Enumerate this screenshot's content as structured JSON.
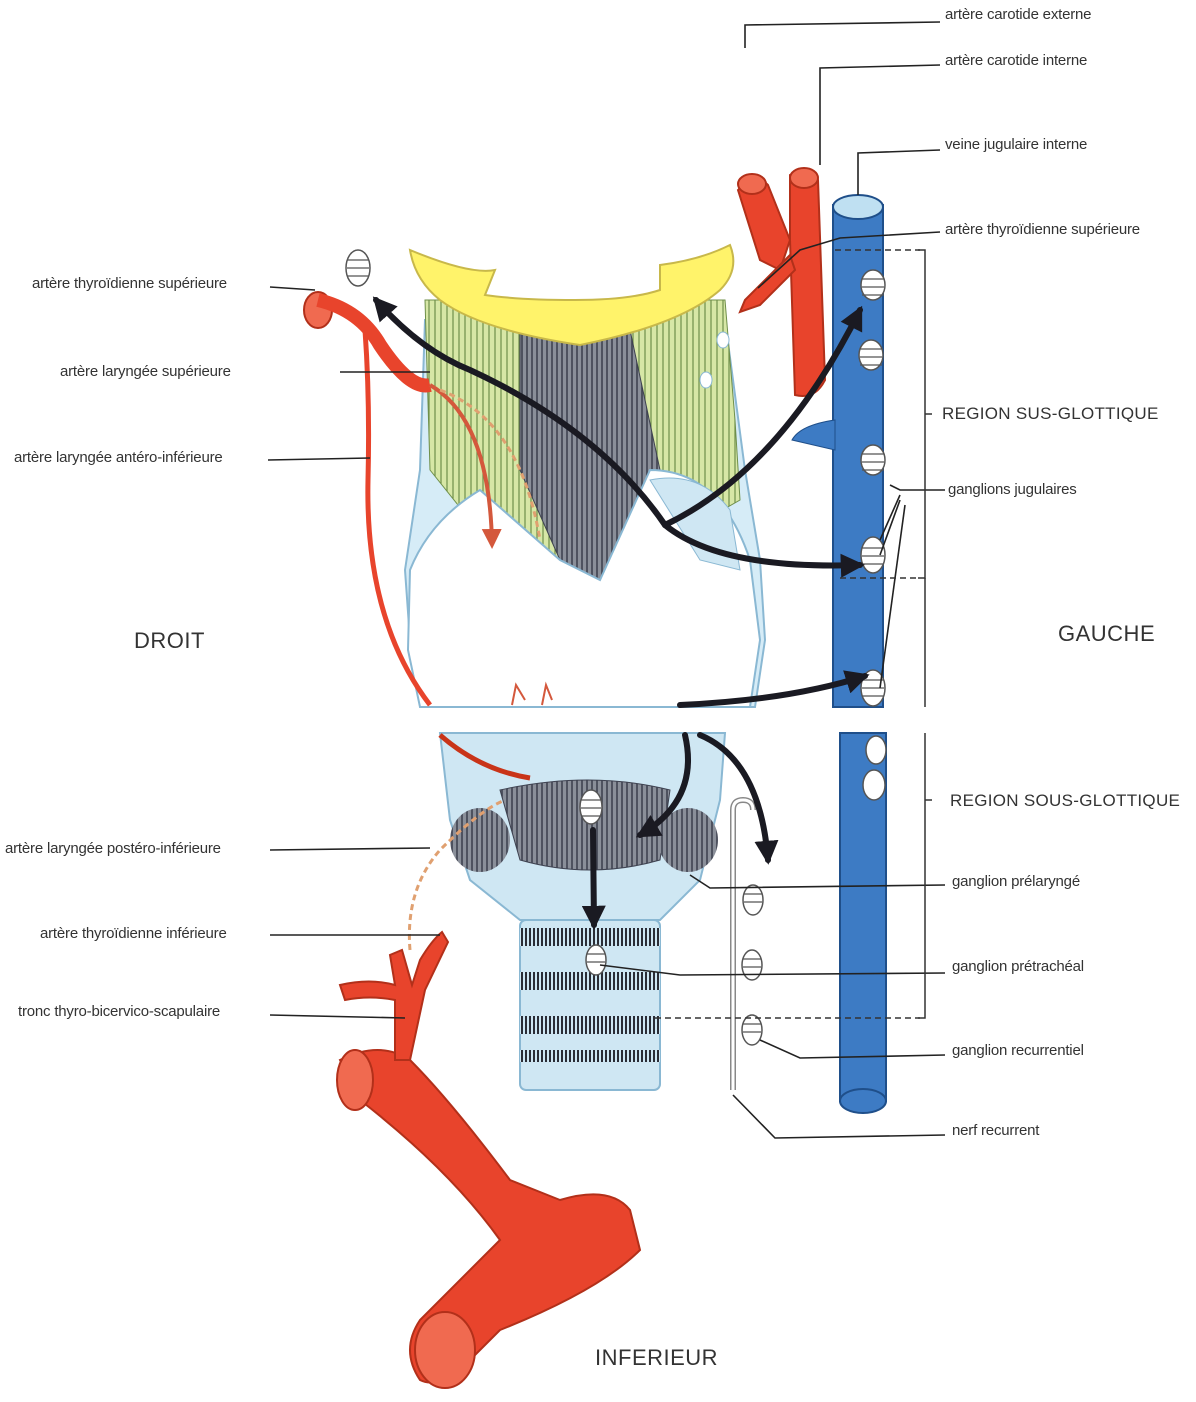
{
  "colors": {
    "artery": "#e8442c",
    "artery_dark": "#c93418",
    "vein": "#3d7bc4",
    "cartilage": "#cfe7f3",
    "hyoid": "#fff36a",
    "membrane": "#d6e6a0",
    "muscle": "#5c5c66",
    "lymph_arrow": "#1a1a22"
  },
  "labels": {
    "carotide_externe": "artère carotide externe",
    "carotide_interne": "artère carotide interne",
    "jugulaire_interne": "veine jugulaire interne",
    "thyro_sup_gauche": "artère thyroïdienne supérieure",
    "thyro_sup_droite": "artère thyroïdienne supérieure",
    "laryngee_sup": "artère laryngée supérieure",
    "laryngee_antero_inf": "artère laryngée antéro-inférieure",
    "region_haute": "REGION SUS-GLOTTIQUE",
    "ganglions_jugulaires": "ganglions jugulaires",
    "droit": "DROIT",
    "gauche": "GAUCHE",
    "region_basse": "REGION SOUS-GLOTTIQUE",
    "laryngee_postero_inf": "artère laryngée postéro-inférieure",
    "ganglion_prelaryngé": "ganglion prélaryngé",
    "thyro_inf": "artère thyroïdienne inférieure",
    "ganglion_pretracheal": "ganglion prétrachéal",
    "tronc": "tronc thyro-bicervico-scapulaire",
    "ganglion_recurrentiel": "ganglion recurrentiel",
    "nerf_recurrent": "nerf recurrent",
    "inferieur": "INFERIEUR"
  }
}
